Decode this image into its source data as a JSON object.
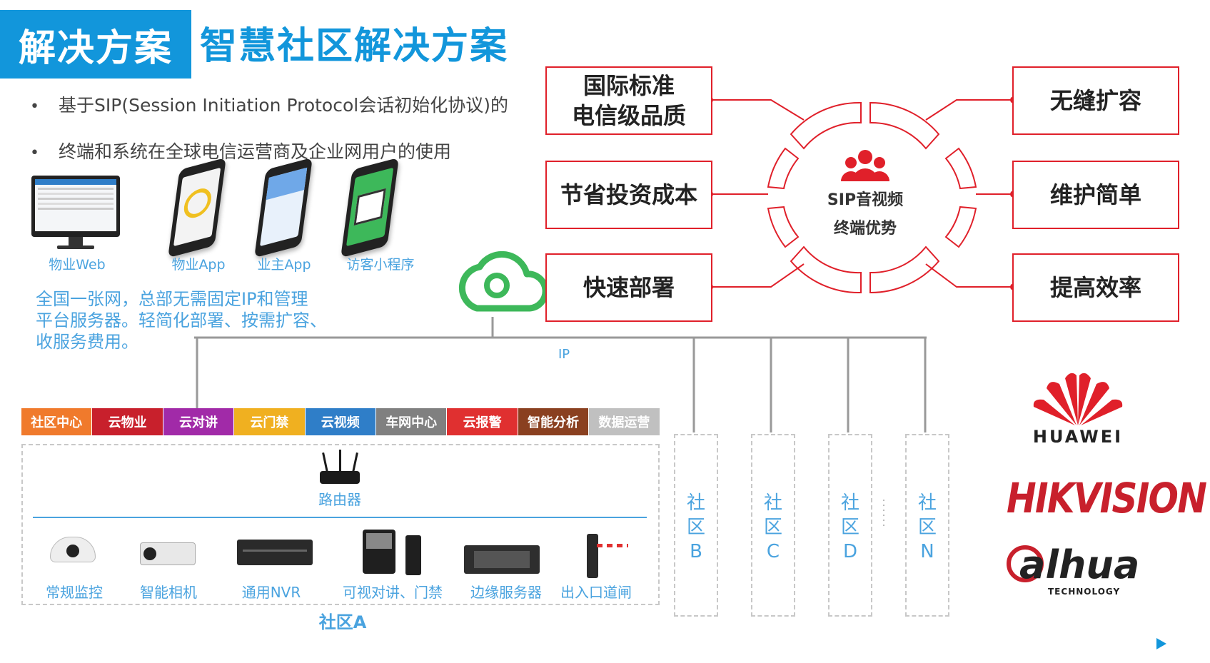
{
  "header": {
    "tag": "解决方案",
    "title": "智慧社区解决方案"
  },
  "bullets": [
    "基于SIP(Session  Initiation  Protocol会话初始化协议)的",
    "终端和系统在全球电信运营商及企业网用户的使用"
  ],
  "bullet_marker": "•",
  "devices": [
    {
      "label": "物业Web"
    },
    {
      "label": "物业App"
    },
    {
      "label": "业主App"
    },
    {
      "label": "访客小程序"
    }
  ],
  "network_text": [
    "全国一张网，总部无需固定IP和管理",
    "平台服务器。轻简化部署、按需扩容、",
    "收服务费用。"
  ],
  "center": {
    "line1": "SIP音视频",
    "line2": "终端优势"
  },
  "advantages_left": [
    {
      "line1": "国际标准",
      "line2": "电信级品质"
    },
    {
      "line1": "节省投资成本",
      "line2": ""
    },
    {
      "line1": "快速部署",
      "line2": ""
    }
  ],
  "advantages_right": [
    {
      "label": "无缝扩容"
    },
    {
      "label": "维护简单"
    },
    {
      "label": "提高效率"
    }
  ],
  "ip_label": "IP",
  "tabs": [
    {
      "label": "社区中心",
      "color": "#f07a2c"
    },
    {
      "label": "云物业",
      "color": "#c8202c"
    },
    {
      "label": "云对讲",
      "color": "#a12aa8"
    },
    {
      "label": "云门禁",
      "color": "#f0b020"
    },
    {
      "label": "云视频",
      "color": "#2f7ec8"
    },
    {
      "label": "车网中心",
      "color": "#808080"
    },
    {
      "label": "云报警",
      "color": "#e03030"
    },
    {
      "label": "智能分析",
      "color": "#8a4020"
    },
    {
      "label": "数据运营",
      "color": "#c0c0c0"
    }
  ],
  "router_label": "路由器",
  "products": [
    {
      "label": "常规监控"
    },
    {
      "label": "智能相机"
    },
    {
      "label": "通用NVR"
    },
    {
      "label": "可视对讲、门禁"
    },
    {
      "label": "边缘服务器"
    },
    {
      "label": "出入口道闸"
    }
  ],
  "community_a": "社区A",
  "communities": [
    {
      "c1": "社",
      "c2": "区",
      "c3": "B"
    },
    {
      "c1": "社",
      "c2": "区",
      "c3": "C"
    },
    {
      "c1": "社",
      "c2": "区",
      "c3": "D"
    },
    {
      "c1": "社",
      "c2": "区",
      "c3": "N"
    }
  ],
  "logos": {
    "huawei": "HUAWEI",
    "hikvision": "HIKVISION",
    "dahua": "alhua",
    "dahua_sub": "TECHNOLOGY"
  },
  "colors": {
    "brand_blue": "#1296db",
    "accent_red": "#e0202a",
    "link_blue": "#4aa3df"
  }
}
